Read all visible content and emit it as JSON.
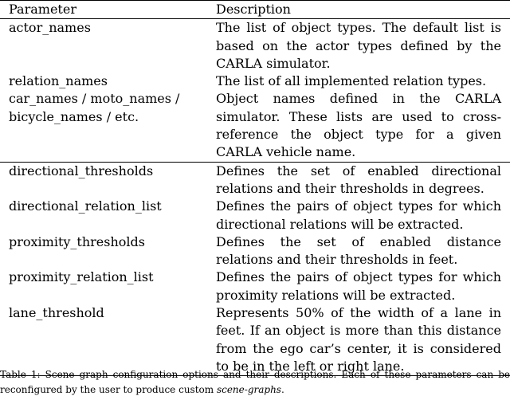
{
  "table": {
    "headers": [
      "Parameter",
      "Description"
    ],
    "rows": [
      {
        "param": "actor_names",
        "desc": "The list of object types. The default list is based on the actor types defined by the CARLA simulator."
      },
      {
        "param": "relation_names",
        "desc": "The list of all implemented relation types."
      },
      {
        "param": "car_names / moto_names / bicycle_names / etc.",
        "desc": "Object names defined in the CARLA simulator. These lists are used to cross-reference the object type for a given CARLA vehicle name."
      },
      {
        "param": "directional_thresholds",
        "desc": "Defines the set of enabled directional relations and their thresholds in degrees."
      },
      {
        "param": "directional_relation_list",
        "desc": "Defines the pairs of object types for which directional relations will be extracted."
      },
      {
        "param": "proximity_thresholds",
        "desc": "Defines the set of enabled distance relations and their thresholds in feet."
      },
      {
        "param": "proximity_relation_list",
        "desc": "Defines the pairs of object types for which proximity relations will be extracted."
      },
      {
        "param": "lane_threshold",
        "desc": "Represents 50% of the width of a lane in feet. If an object is more than this distance from the ego car’s center, it is considered to be in the left or right lane."
      }
    ]
  },
  "caption": {
    "label": "Table 1:",
    "text": "Scene graph configuration options and their descriptions. Each of these parameters can be reconfigured by the user to produce custom",
    "emph": "scene-graphs",
    "end": "."
  }
}
